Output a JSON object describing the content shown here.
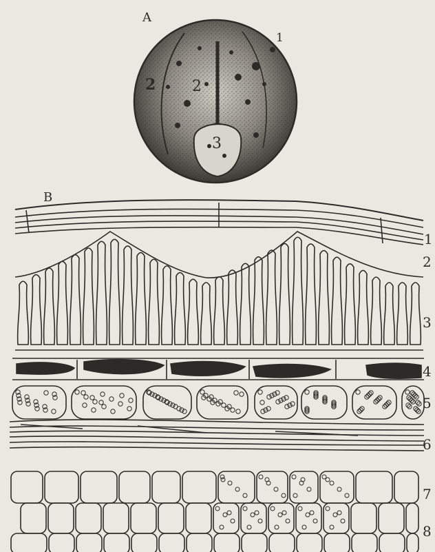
{
  "figure": {
    "panel_a_label": "A",
    "panel_b_label": "B",
    "panel_a_numbers": [
      "1",
      "2",
      "2",
      "3"
    ],
    "layer_numbers": [
      "1",
      "2",
      "3",
      "4",
      "5",
      "6",
      "7",
      "8"
    ]
  },
  "colors": {
    "paper": "#e9e8e1",
    "ink": "#2d2b27",
    "seed_dark": "#4a4743",
    "seed_light": "#b9b6ac"
  }
}
